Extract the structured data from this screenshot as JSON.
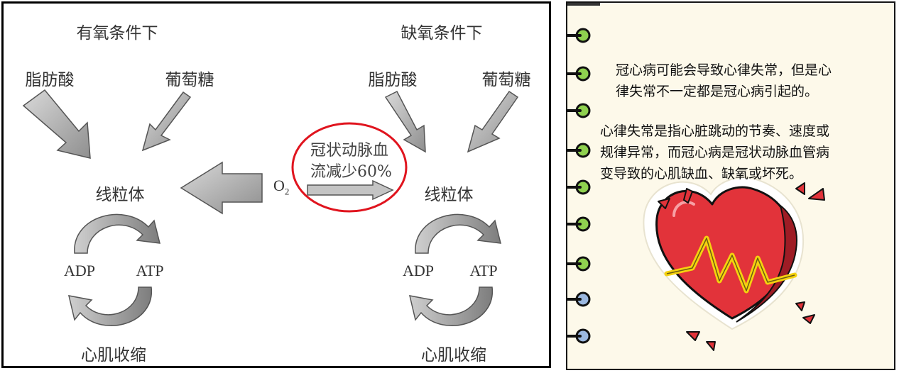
{
  "left_diagram": {
    "aerobic": {
      "title": "有氧条件下",
      "fatty_acid": "脂肪酸",
      "glucose": "葡萄糖",
      "mitochondria": "线粒体",
      "adp": "ADP",
      "atp": "ATP",
      "contraction": "心肌收缩"
    },
    "hypoxic": {
      "title": "缺氧条件下",
      "fatty_acid": "脂肪酸",
      "glucose": "葡萄糖",
      "mitochondria": "线粒体",
      "adp": "ADP",
      "atp": "ATP",
      "contraction": "心肌收缩"
    },
    "oxygen_label": "O",
    "oxygen_sub": "2",
    "highlight_line1": "冠状动脉血",
    "highlight_line2": "流减少60%",
    "highlight_color": "#e0141e"
  },
  "right_note": {
    "paragraph1_line1": "冠心病可能会导致心律失常，但是心",
    "paragraph1_line2": "律失常不一定都是冠心病引起的。",
    "paragraph2_line1": "心律失常是指心脏跳动的节奏、速度或",
    "paragraph2_line2": "规律异常，而冠心病是冠状动脉血管病",
    "paragraph2_line3": "变导致的心肌缺血、缺氧或坏死。",
    "background_color": "#fdf9ea",
    "ring_colors": [
      "#8fd14f",
      "#8fd14f",
      "#8fd14f",
      "#8fd14f",
      "#8fd14f",
      "#8fd14f",
      "#8fd14f",
      "#9bb8e0",
      "#9bb8e0",
      "#9bb8e0"
    ],
    "heart_color": "#e2333a",
    "pulse_color": "#f5d20f",
    "illustration_icon": "heart-pulse-icon"
  }
}
